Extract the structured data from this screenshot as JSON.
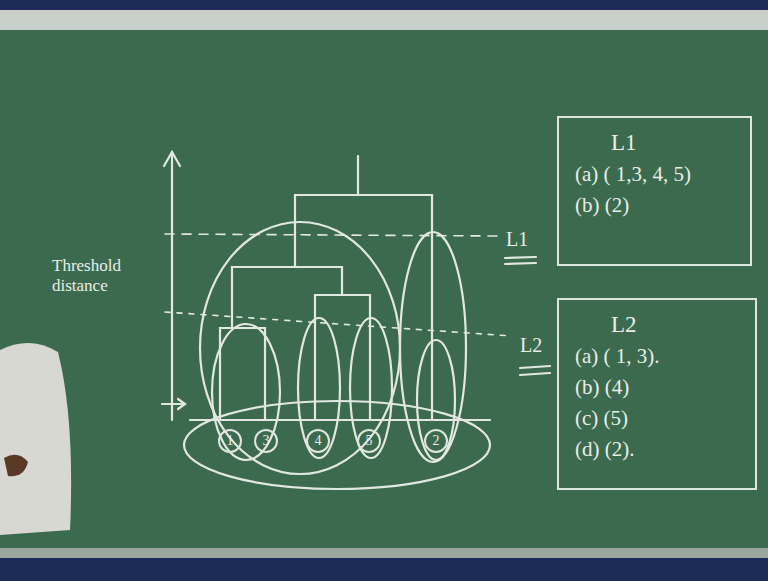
{
  "diagram": {
    "nodes": [
      {
        "text": [
          "1"
        ]
      },
      {
        "text": [
          "3"
        ]
      },
      {
        "text": [
          "4"
        ]
      },
      {
        "text": [
          "5"
        ]
      },
      {
        "text": [
          "2"
        ]
      },
      {
        "text": [
          "L1",
          "(a) ( 1,3, 4, 5)",
          "(b) (2)"
        ]
      },
      {
        "text": [
          "L2",
          "(a) ( 1, 3).",
          "(b) (4)",
          "(c) (5)",
          "(d) (2)."
        ]
      }
    ],
    "labels": [
      "Threshold distance",
      "L1",
      "L2"
    ]
  }
}
